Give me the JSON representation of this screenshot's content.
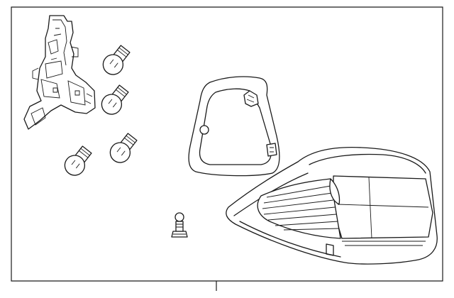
{
  "diagram": {
    "parts": [
      {
        "id": "bulb-socket-holder",
        "icon": "socket-holder-icon"
      },
      {
        "id": "bulb",
        "icon": "bulb-icon",
        "count": 4
      },
      {
        "id": "lamp-gasket",
        "icon": "gasket-icon"
      },
      {
        "id": "tail-lamp-assembly",
        "icon": "tail-lamp-icon"
      },
      {
        "id": "mounting-stud",
        "icon": "stud-icon"
      }
    ],
    "colors": {
      "line": "#1a1a1a",
      "background": "#ffffff"
    }
  }
}
